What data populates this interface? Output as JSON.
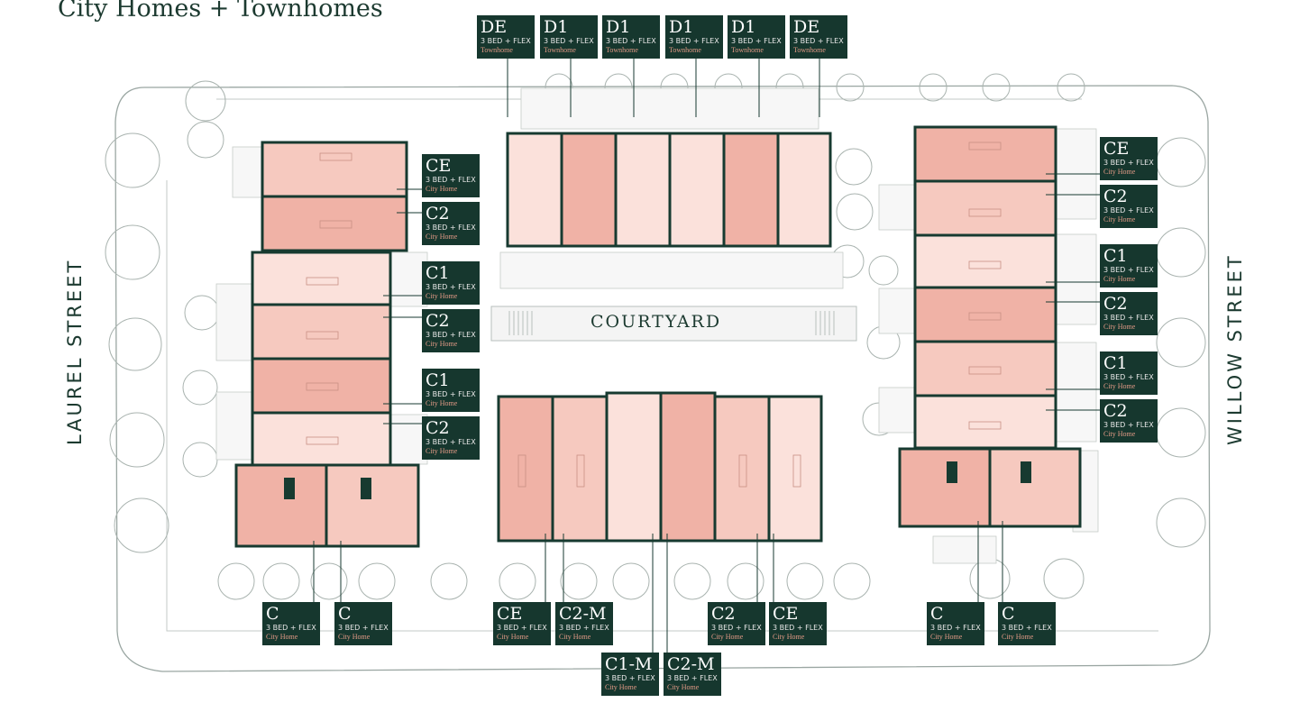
{
  "title": "City Homes + Townhomes",
  "streets": {
    "left": "LAUREL STREET",
    "right": "WILLOW STREET"
  },
  "courtyard": "COURTYARD",
  "colors": {
    "tag_bg": "#16372e",
    "unit_dark": "#f0b2a6",
    "unit_mid": "#f6c9bf",
    "unit_light": "#fbe1db",
    "wall": "#173a30",
    "accent_text": "#e39a86"
  },
  "tags": [
    {
      "code": "DE",
      "beds": "3 BED + FLEX",
      "kind": "Townhome"
    },
    {
      "code": "D1",
      "beds": "3 BED + FLEX",
      "kind": "Townhome"
    },
    {
      "code": "D1",
      "beds": "3 BED + FLEX",
      "kind": "Townhome"
    },
    {
      "code": "D1",
      "beds": "3 BED + FLEX",
      "kind": "Townhome"
    },
    {
      "code": "D1",
      "beds": "3 BED + FLEX",
      "kind": "Townhome"
    },
    {
      "code": "DE",
      "beds": "3 BED + FLEX",
      "kind": "Townhome"
    },
    {
      "code": "CE",
      "beds": "3 BED + FLEX",
      "kind": "City Home"
    },
    {
      "code": "C2",
      "beds": "3 BED + FLEX",
      "kind": "City Home"
    },
    {
      "code": "C1",
      "beds": "3 BED + FLEX",
      "kind": "City Home"
    },
    {
      "code": "C2",
      "beds": "3 BED + FLEX",
      "kind": "City Home"
    },
    {
      "code": "C1",
      "beds": "3 BED + FLEX",
      "kind": "City Home"
    },
    {
      "code": "C2",
      "beds": "3 BED + FLEX",
      "kind": "City Home"
    },
    {
      "code": "CE",
      "beds": "3 BED + FLEX",
      "kind": "City Home"
    },
    {
      "code": "C2",
      "beds": "3 BED + FLEX",
      "kind": "City Home"
    },
    {
      "code": "C1",
      "beds": "3 BED + FLEX",
      "kind": "City Home"
    },
    {
      "code": "C2",
      "beds": "3 BED + FLEX",
      "kind": "City Home"
    },
    {
      "code": "C1",
      "beds": "3 BED + FLEX",
      "kind": "City Home"
    },
    {
      "code": "C2",
      "beds": "3 BED + FLEX",
      "kind": "City Home"
    },
    {
      "code": "C",
      "beds": "3 BED + FLEX",
      "kind": "City Home"
    },
    {
      "code": "C",
      "beds": "3 BED + FLEX",
      "kind": "City Home"
    },
    {
      "code": "CE",
      "beds": "3 BED + FLEX",
      "kind": "City Home"
    },
    {
      "code": "C2-M",
      "beds": "3 BED + FLEX",
      "kind": "City Home"
    },
    {
      "code": "C1-M",
      "beds": "3 BED + FLEX",
      "kind": "City Home"
    },
    {
      "code": "C2-M",
      "beds": "3 BED + FLEX",
      "kind": "City Home"
    },
    {
      "code": "C2",
      "beds": "3 BED + FLEX",
      "kind": "City Home"
    },
    {
      "code": "CE",
      "beds": "3 BED + FLEX",
      "kind": "City Home"
    },
    {
      "code": "C",
      "beds": "3 BED + FLEX",
      "kind": "City Home"
    },
    {
      "code": "C",
      "beds": "3 BED + FLEX",
      "kind": "City Home"
    }
  ]
}
